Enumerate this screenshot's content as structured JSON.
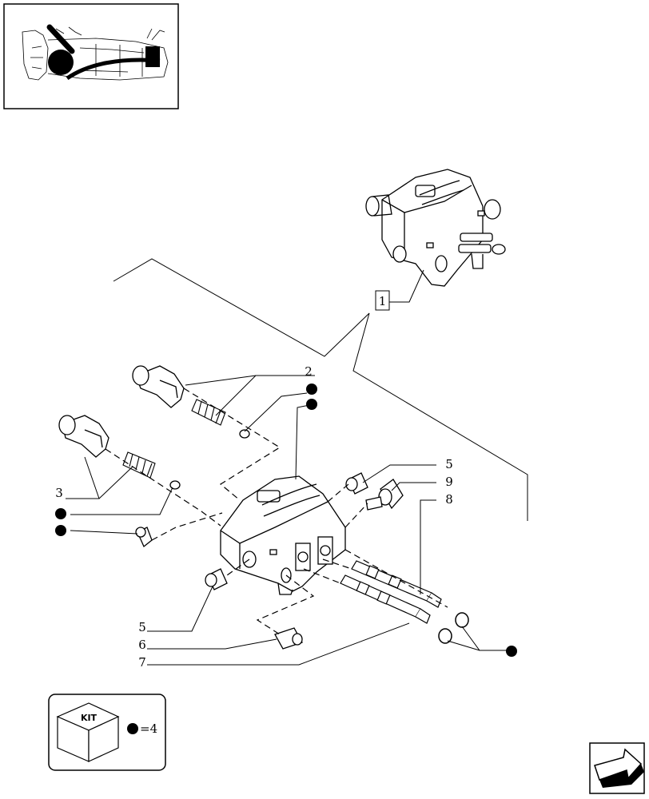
{
  "diagram": {
    "callouts": {
      "c1": "1",
      "c2": "2",
      "c3": "3",
      "c5a": "5",
      "c5b": "5",
      "c6": "6",
      "c7": "7",
      "c8": "8",
      "c9": "9"
    },
    "kit_box": {
      "label": "KIT",
      "equation": "=4"
    },
    "icons": {
      "locator": "tractor-locator-thumbnail",
      "nav": "next-page-arrow-icon",
      "dot": "kit-marker-dot"
    },
    "colors": {
      "line": "#000000",
      "background": "#ffffff"
    }
  }
}
